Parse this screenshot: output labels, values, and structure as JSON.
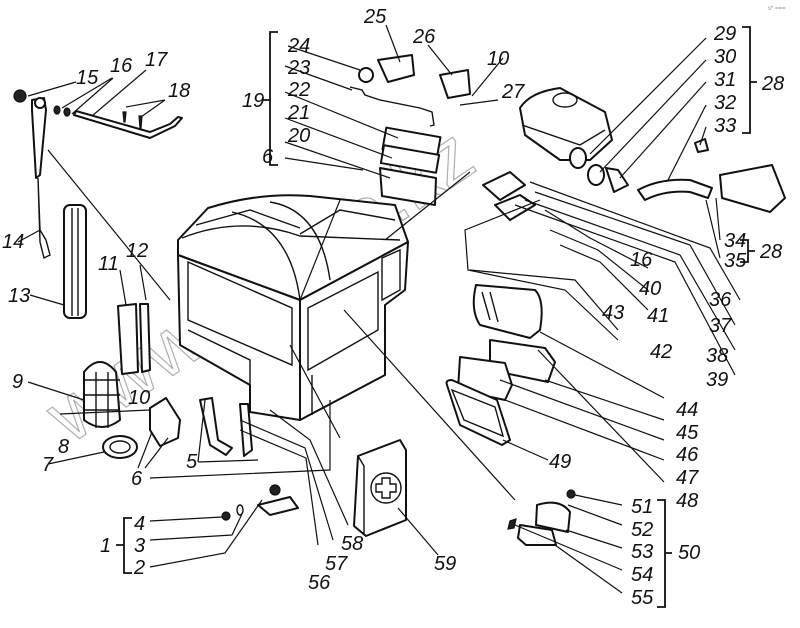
{
  "diagram": {
    "type": "exploded-parts-view",
    "subject": "tractor-cab-assembly",
    "watermark": "www.simiro.kz",
    "corner_mark": "s* ===",
    "labels": {
      "1": "1",
      "2": "2",
      "3": "3",
      "4": "4",
      "5": "5",
      "6a": "6",
      "6b": "6",
      "7": "7",
      "8": "8",
      "9": "9",
      "10a": "10",
      "10b": "10",
      "11": "11",
      "12": "12",
      "13": "13",
      "14": "14",
      "15": "15",
      "16a": "16",
      "16b": "16",
      "17": "17",
      "18": "18",
      "19": "19",
      "20": "20",
      "21": "21",
      "22": "22",
      "23": "23",
      "24": "24",
      "25": "25",
      "26": "26",
      "27": "27",
      "28a": "28",
      "28b": "28",
      "29": "29",
      "30": "30",
      "31": "31",
      "32": "32",
      "33": "33",
      "34": "34",
      "35": "35",
      "36": "36",
      "37": "37",
      "38": "38",
      "39": "39",
      "40": "40",
      "41": "41",
      "42": "42",
      "43": "43",
      "44": "44",
      "45": "45",
      "46": "46",
      "47": "47",
      "48": "48",
      "49": "49",
      "50": "50",
      "51": "51",
      "52": "52",
      "53": "53",
      "54": "54",
      "55": "55",
      "56": "56",
      "57": "57",
      "58": "58",
      "59": "59"
    },
    "groups": [
      {
        "id": "1",
        "members": [
          "2",
          "3",
          "4"
        ]
      },
      {
        "id": "19",
        "members": [
          "6",
          "20",
          "21",
          "22",
          "23",
          "24"
        ]
      },
      {
        "id": "28",
        "members": [
          "29",
          "30",
          "31",
          "32",
          "33",
          "34",
          "35"
        ]
      },
      {
        "id": "50",
        "members": [
          "51",
          "52",
          "53",
          "54",
          "55"
        ]
      }
    ]
  }
}
